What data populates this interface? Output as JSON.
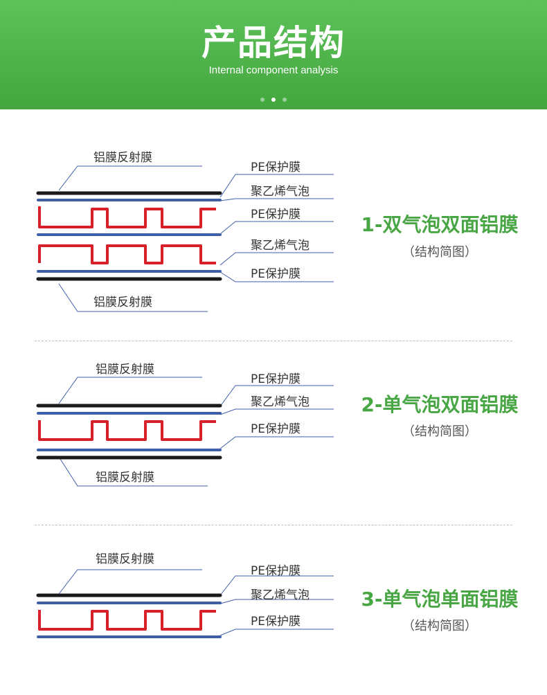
{
  "header": {
    "title": "产品结构",
    "subtitle": "Internal component analysis",
    "carousel_dots": 3,
    "active_dot": 1
  },
  "colors": {
    "brand_green": "#49a645",
    "film_black": "#1a1a1a",
    "film_blue": "#3f5ea8",
    "bubble_red": "#d8202a"
  },
  "sections": [
    {
      "title": "1-双气泡双面铝膜",
      "caption": "（结构简图）",
      "labels": [
        "铝膜反射膜",
        "PE保护膜",
        "聚乙烯气泡",
        "PE保护膜",
        "聚乙烯气泡",
        "PE保护膜",
        "铝膜反射膜"
      ]
    },
    {
      "title": "2-单气泡双面铝膜",
      "caption": "（结构简图）",
      "labels": [
        "铝膜反射膜",
        "PE保护膜",
        "聚乙烯气泡",
        "PE保护膜",
        "铝膜反射膜"
      ]
    },
    {
      "title": "3-单气泡单面铝膜",
      "caption": "（结构简图）",
      "labels": [
        "铝膜反射膜",
        "PE保护膜",
        "聚乙烯气泡",
        "PE保护膜"
      ]
    }
  ]
}
